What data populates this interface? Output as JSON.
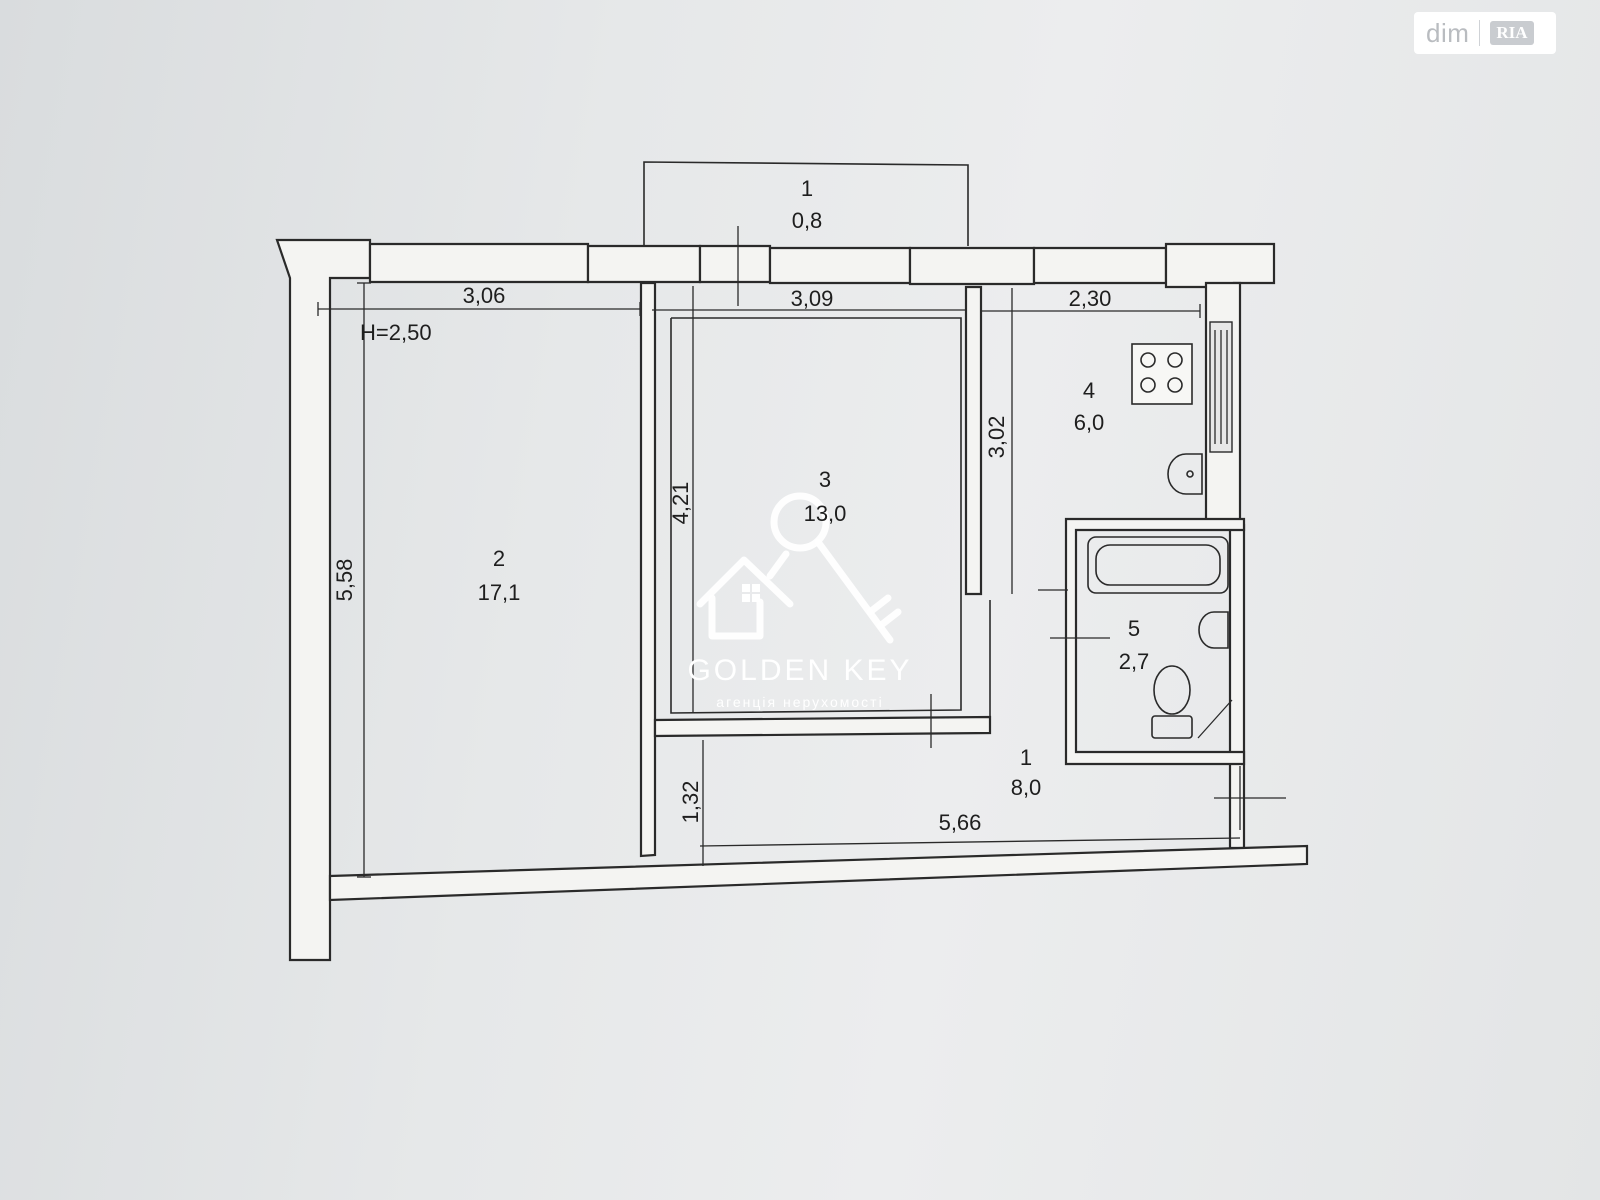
{
  "site_badge": {
    "text": "dim",
    "brand": "RIA"
  },
  "ceiling_height": "H=2,50",
  "rooms": [
    {
      "number": "1",
      "area": "0,8"
    },
    {
      "number": "2",
      "area": "17,1"
    },
    {
      "number": "3",
      "area": "13,0"
    },
    {
      "number": "4",
      "area": "6,0"
    },
    {
      "number": "5",
      "area": "2,7"
    },
    {
      "number": "1",
      "area": "8,0"
    }
  ],
  "dimensions": {
    "room2_width": "3,06",
    "room3_width": "3,09",
    "room4_width": "2,30",
    "room2_length": "5,58",
    "room3_length": "4,21",
    "room4_length": "3,02",
    "hall_length": "5,66",
    "hall_width": "1,32"
  },
  "watermark": {
    "brand": "GOLDEN KEY",
    "tagline": "агенція нерухомості"
  },
  "colors": {
    "line": "#2a2a2a",
    "wall_fill": "#f4f4f2",
    "paper": "#e6e8e9",
    "watermark": "#ffffff"
  }
}
